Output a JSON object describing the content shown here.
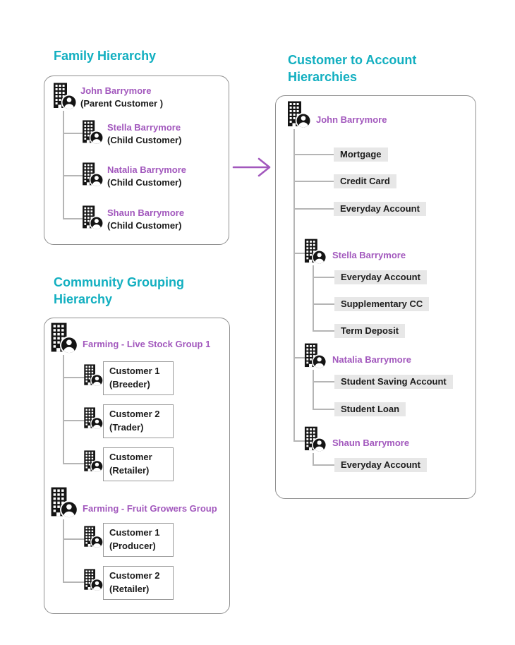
{
  "family": {
    "title": "Family Hierarchy",
    "root": {
      "name": "John Barrymore",
      "subtitle": "(Parent Customer )"
    },
    "children": [
      {
        "name": "Stella Barrymore",
        "subtitle": "(Child Customer)"
      },
      {
        "name": "Natalia Barrymore",
        "subtitle": "(Child Customer)"
      },
      {
        "name": "Shaun Barrymore",
        "subtitle": "(Child Customer)"
      }
    ]
  },
  "community": {
    "title": "Community Grouping Hierarchy",
    "groups": [
      {
        "name": "Farming - Live Stock Group 1",
        "members": [
          {
            "line1": "Customer 1",
            "line2": "(Breeder)"
          },
          {
            "line1": "Customer 2",
            "line2": "(Trader)"
          },
          {
            "line1": "Customer",
            "line2": "(Retailer)"
          }
        ]
      },
      {
        "name": "Farming - Fruit Growers Group",
        "members": [
          {
            "line1": "Customer 1",
            "line2": "(Producer)"
          },
          {
            "line1": "Customer 2",
            "line2": "(Retailer)"
          }
        ]
      }
    ]
  },
  "accounts": {
    "title": "Customer to Account Hierarchies",
    "root": {
      "name": "John Barrymore",
      "accounts": [
        "Mortgage",
        "Credit Card",
        "Everyday Account"
      ]
    },
    "customers": [
      {
        "name": "Stella Barrymore",
        "accounts": [
          "Everyday Account",
          "Supplementary CC",
          "Term Deposit"
        ]
      },
      {
        "name": "Natalia Barrymore",
        "accounts": [
          "Student Saving Account",
          "Student Loan"
        ]
      },
      {
        "name": "Shaun Barrymore",
        "accounts": [
          "Everyday Account"
        ]
      }
    ]
  },
  "colors": {
    "heading_teal": "#12afc0",
    "name_purple": "#a258bd",
    "arrow_purple": "#a258bd",
    "chip_background": "#e7e7e7",
    "panel_border": "#8f8f8f",
    "connector_gray": "#b5b5b5",
    "icon_black": "#141414"
  }
}
